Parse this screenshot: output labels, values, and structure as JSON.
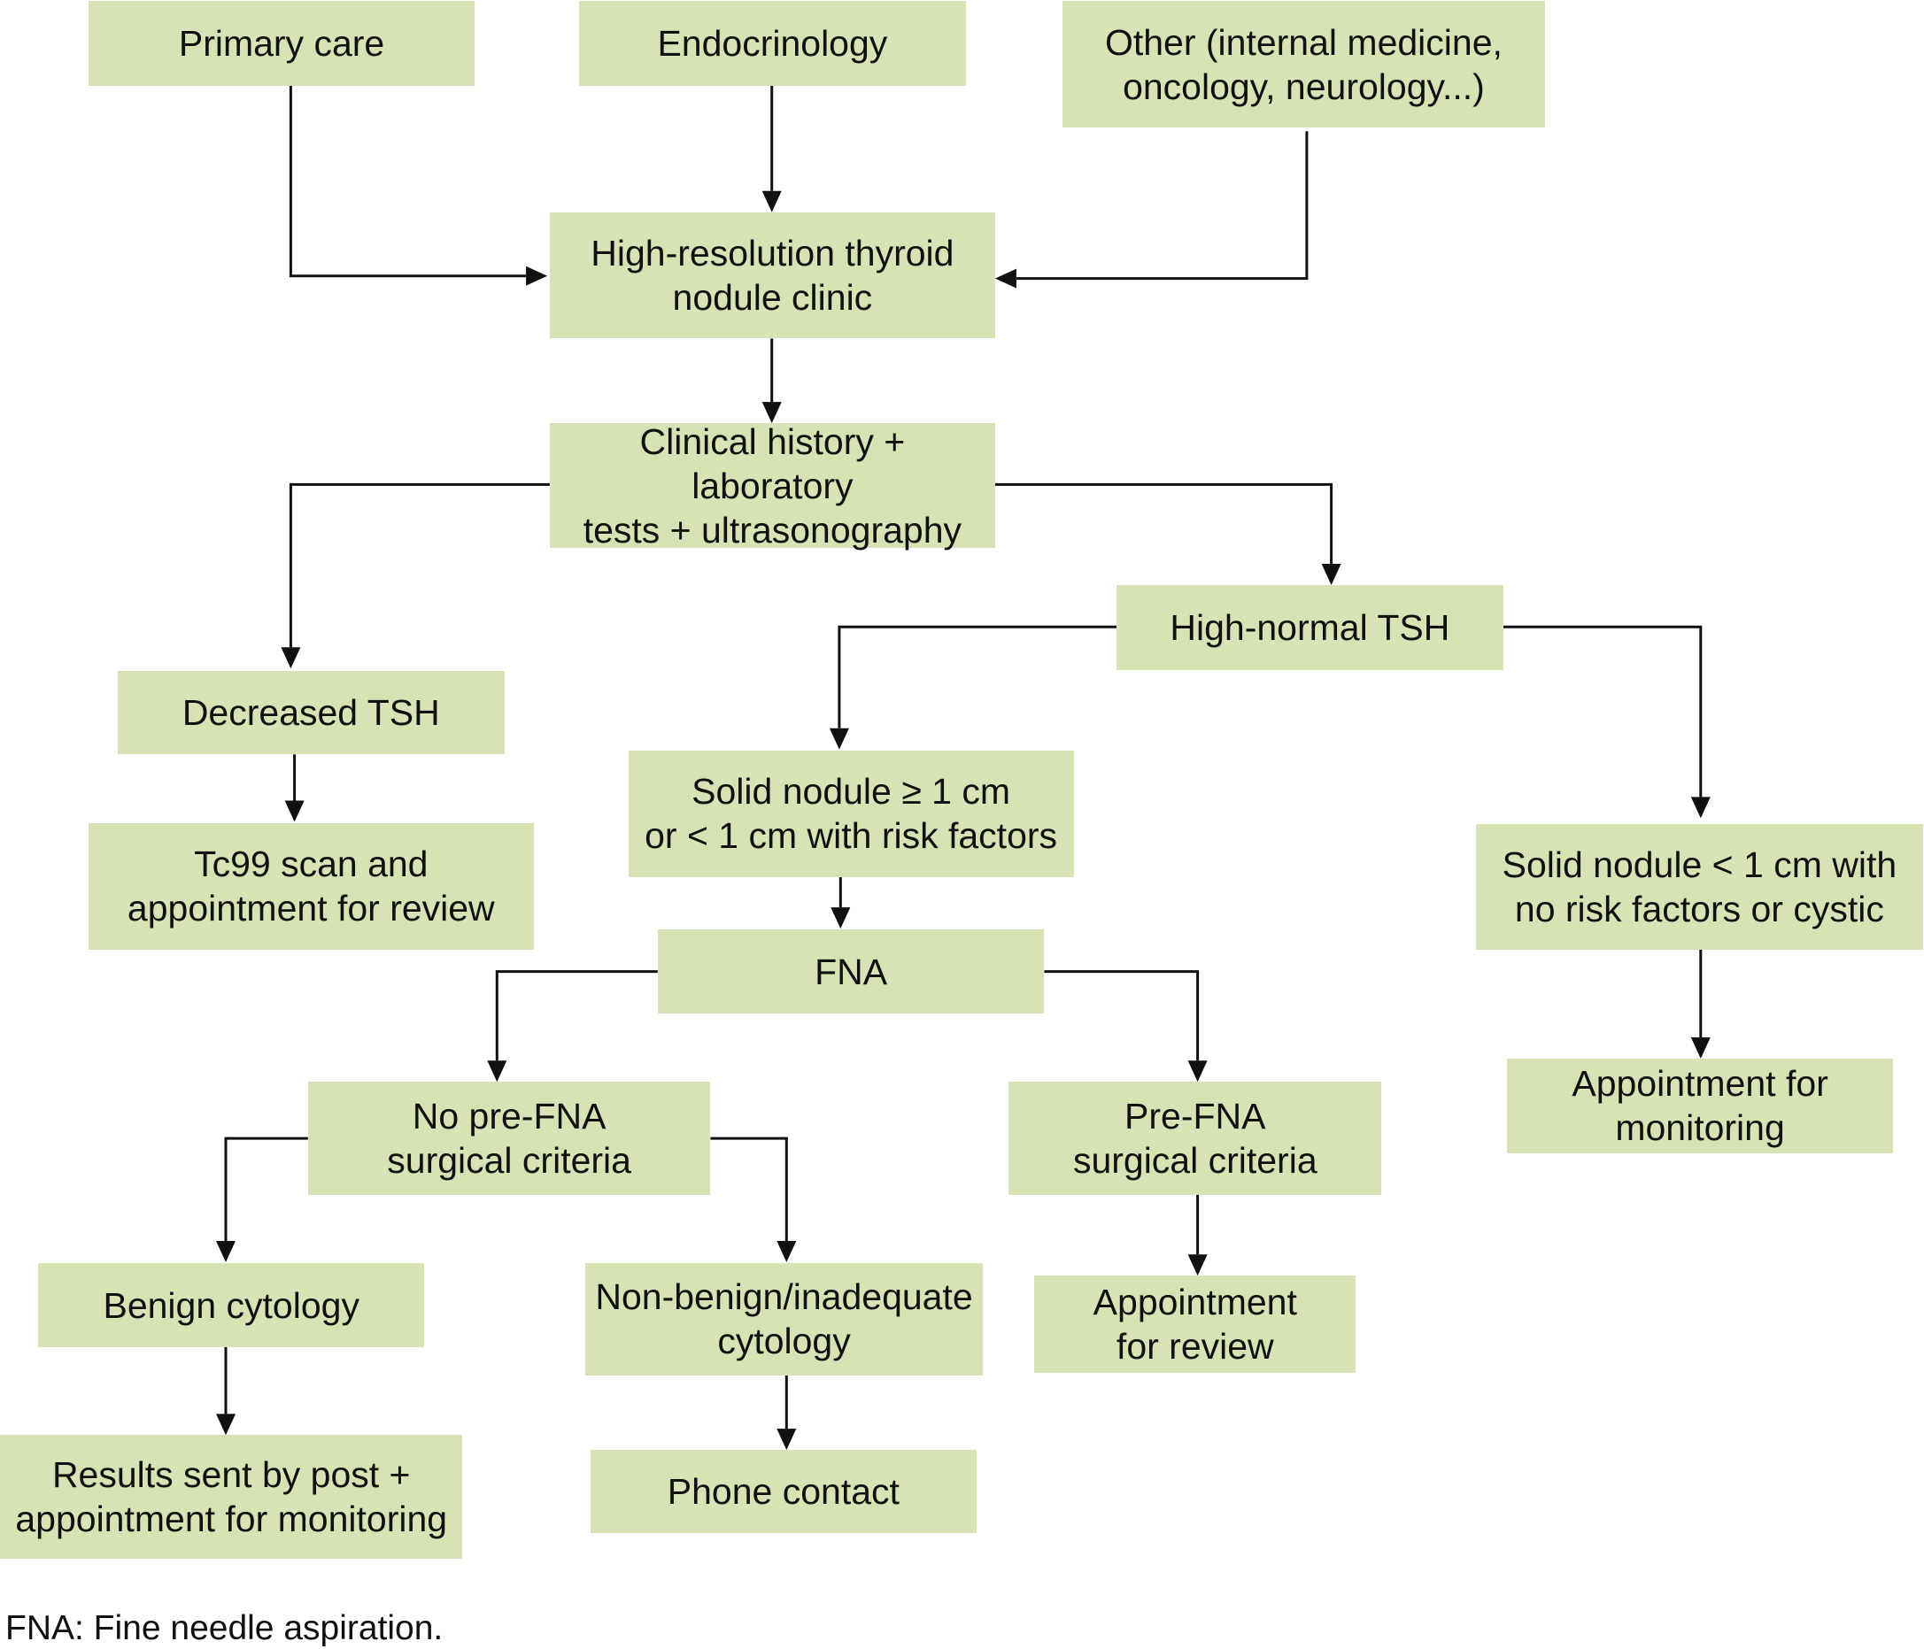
{
  "colors": {
    "node_fill": "#d7e3b4",
    "line": "#111111",
    "text": "#111111"
  },
  "nodes": {
    "primary_care": [
      "Primary care"
    ],
    "endocrinology": [
      "Endocrinology"
    ],
    "other_specialties": [
      "Other (internal medicine,",
      "oncology, neurology...)"
    ],
    "nodule_clinic": [
      "High-resolution thyroid",
      "nodule clinic"
    ],
    "clinical_workup": [
      "Clinical history + laboratory",
      "tests + ultrasonography"
    ],
    "decreased_tsh": [
      "Decreased TSH"
    ],
    "tc99_scan": [
      "Tc99 scan and",
      "appointment for review"
    ],
    "high_normal_tsh": [
      "High-normal TSH"
    ],
    "solid_nodule_fna": [
      "Solid nodule ≥ 1 cm",
      "or < 1 cm with risk factors"
    ],
    "solid_nodule_small": [
      "Solid nodule < 1 cm with",
      "no risk factors or cystic"
    ],
    "fna": [
      "FNA"
    ],
    "no_pre_fna_criteria": [
      "No pre-FNA",
      "surgical criteria"
    ],
    "pre_fna_criteria": [
      "Pre-FNA",
      "surgical criteria"
    ],
    "monitoring_appointment": [
      "Appointment for",
      "monitoring"
    ],
    "benign_cytology": [
      "Benign cytology"
    ],
    "non_benign_cytology": [
      "Non-benign/inadequate",
      "cytology"
    ],
    "review_appointment": [
      "Appointment",
      "for review"
    ],
    "results_by_post": [
      "Results sent by post +",
      "appointment for monitoring"
    ],
    "phone_contact": [
      "Phone contact"
    ]
  },
  "footnote": "FNA: Fine needle aspiration."
}
